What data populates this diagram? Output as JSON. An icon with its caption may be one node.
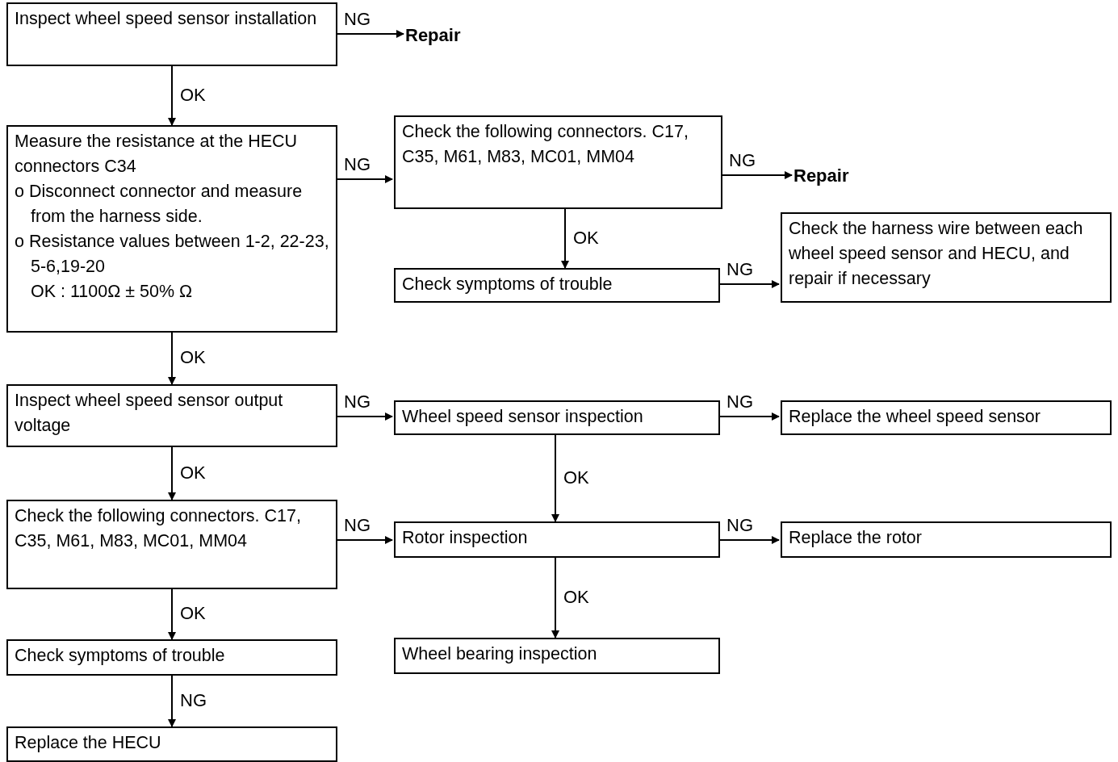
{
  "diagram": {
    "nodes": [
      {
        "text": [
          "Inspect wheel speed sensor installation"
        ]
      },
      {
        "text": [
          "Repair"
        ]
      },
      {
        "text": [
          "Measure the resistance at the HECU connectors C34",
          "o Disconnect connector and measure from the harness side.",
          "o Resistance values between 1-2, 22-23, 5-6,19-20",
          "OK : 1100Ω ± 50% Ω"
        ]
      },
      {
        "text": [
          "Check the following connectors. C17, C35, M61, M83, MC01, MM04"
        ]
      },
      {
        "text": [
          "Repair"
        ]
      },
      {
        "text": [
          "Check symptoms of trouble"
        ]
      },
      {
        "text": [
          "Check the harness wire between each wheel speed sensor and HECU, and repair if necessary"
        ]
      },
      {
        "text": [
          "Inspect wheel speed sensor output voltage"
        ]
      },
      {
        "text": [
          "Wheel speed sensor inspection"
        ]
      },
      {
        "text": [
          "Replace the wheel speed sensor"
        ]
      },
      {
        "text": [
          "Check the following connectors. C17, C35, M61, M83, MC01, MM04"
        ]
      },
      {
        "text": [
          "Rotor inspection"
        ]
      },
      {
        "text": [
          "Replace the rotor"
        ]
      },
      {
        "text": [
          "Check symptoms of trouble"
        ]
      },
      {
        "text": [
          "Wheel bearing inspection"
        ]
      },
      {
        "text": [
          "Replace the HECU"
        ]
      }
    ],
    "edges": [
      {
        "from": 0,
        "to": 1,
        "arrow": "to",
        "label": "NG"
      },
      {
        "from": 0,
        "to": 2,
        "arrow": "to",
        "label": "OK"
      },
      {
        "from": 2,
        "to": 3,
        "arrow": "to",
        "label": "NG"
      },
      {
        "from": 3,
        "to": 4,
        "arrow": "to",
        "label": "NG"
      },
      {
        "from": 3,
        "to": 5,
        "arrow": "to",
        "label": "OK"
      },
      {
        "from": 5,
        "to": 6,
        "arrow": "to",
        "label": "NG"
      },
      {
        "from": 2,
        "to": 7,
        "arrow": "to",
        "label": "OK"
      },
      {
        "from": 7,
        "to": 8,
        "arrow": "to",
        "label": "NG"
      },
      {
        "from": 8,
        "to": 9,
        "arrow": "to",
        "label": "NG"
      },
      {
        "from": 7,
        "to": 10,
        "arrow": "to",
        "label": "OK"
      },
      {
        "from": 8,
        "to": 11,
        "arrow": "to",
        "label": "OK"
      },
      {
        "from": 10,
        "to": 11,
        "arrow": "to",
        "label": "NG"
      },
      {
        "from": 11,
        "to": 12,
        "arrow": "to",
        "label": "NG"
      },
      {
        "from": 10,
        "to": 13,
        "arrow": "to",
        "label": "OK"
      },
      {
        "from": 11,
        "to": 14,
        "arrow": "to",
        "label": "OK"
      },
      {
        "from": 13,
        "to": 15,
        "arrow": "to",
        "label": "NG"
      }
    ]
  }
}
